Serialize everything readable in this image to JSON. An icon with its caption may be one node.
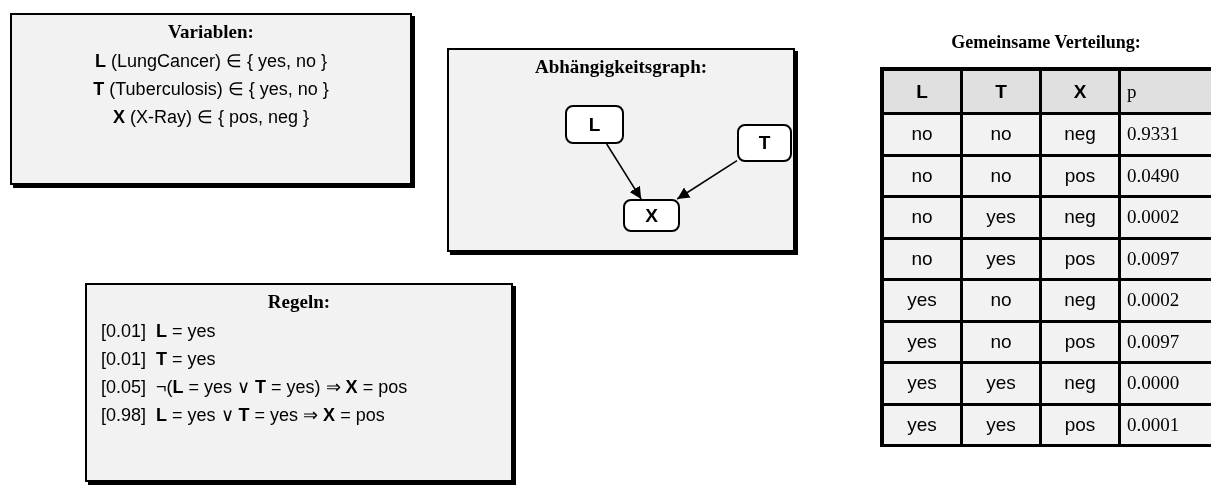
{
  "diagram": {
    "nodes": [
      {
        "text": [
          "Variablen:",
          "**L** (LungCancer) ∈ { yes, no }",
          "**T** (Tuberculosis) ∈ { yes, no }",
          "**X** (X-Ray) ∈ { pos, neg }"
        ]
      },
      {
        "text": [
          "Abhängigkeitsgraph:"
        ]
      },
      {
        "text": [
          "L"
        ],
        "in": 1
      },
      {
        "text": [
          "T"
        ],
        "in": 1
      },
      {
        "text": [
          "X"
        ],
        "in": 1
      },
      {
        "text": [
          "Regeln:",
          "[0.01]  **L** = yes",
          "[0.01]  **T** = yes",
          "[0.05]  ¬(**L** = yes ∨ **T** = yes) ⇒ **X** = pos",
          "[0.98]  **L** = yes ∨ **T** = yes ⇒ **X** = pos"
        ]
      }
    ],
    "edges": [
      {
        "from": 2,
        "to": 4,
        "arrow": "to"
      },
      {
        "from": 3,
        "to": 4,
        "arrow": "to"
      }
    ],
    "labels": [
      "Gemeinsame Verteilung:",
      "L",
      "T",
      "X",
      "p",
      "no",
      "no",
      "neg",
      "0.9331",
      "no",
      "no",
      "pos",
      "0.0490",
      "no",
      "yes",
      "neg",
      "0.0002",
      "no",
      "yes",
      "pos",
      "0.0097",
      "yes",
      "no",
      "neg",
      "0.0002",
      "yes",
      "no",
      "pos",
      "0.0097",
      "yes",
      "yes",
      "neg",
      "0.0000",
      "yes",
      "yes",
      "pos",
      "0.0001"
    ]
  }
}
